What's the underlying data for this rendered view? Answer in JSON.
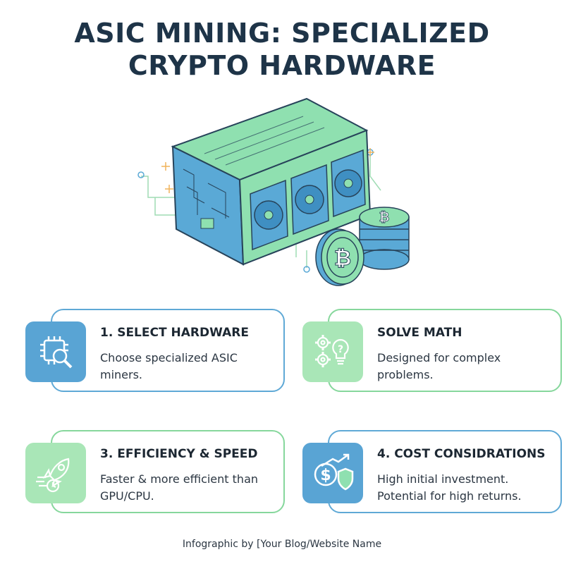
{
  "title": {
    "line1": "ASIC MINING: SPECIALIZED",
    "line2": "CRYPTO HARDWARE"
  },
  "cards": [
    {
      "title": "1. SELECT HARDWARE",
      "text": "Choose specialized ASIC miners.",
      "icon": "chip-magnifier-icon"
    },
    {
      "title": "SOLVE MATH",
      "text": "Designed for complex problems.",
      "icon": "gears-lightbulb-icon"
    },
    {
      "title": "3. EFFICIENCY & SPEED",
      "text": "Faster & more efficient than GPU/CPU.",
      "icon": "rocket-clock-icon"
    },
    {
      "title": "4. COST CONSIDRATIONS",
      "text": "High initial investment. Potential for high returns.",
      "icon": "dollar-shield-icon"
    }
  ],
  "footer": "Infographic by [Your Blog/Website Name",
  "colors": {
    "title": "#1e3448",
    "blue": "#59a4d4",
    "green": "#a9e6b7",
    "miner_green": "#8fe0b0",
    "miner_blue": "#5aa9d6"
  }
}
